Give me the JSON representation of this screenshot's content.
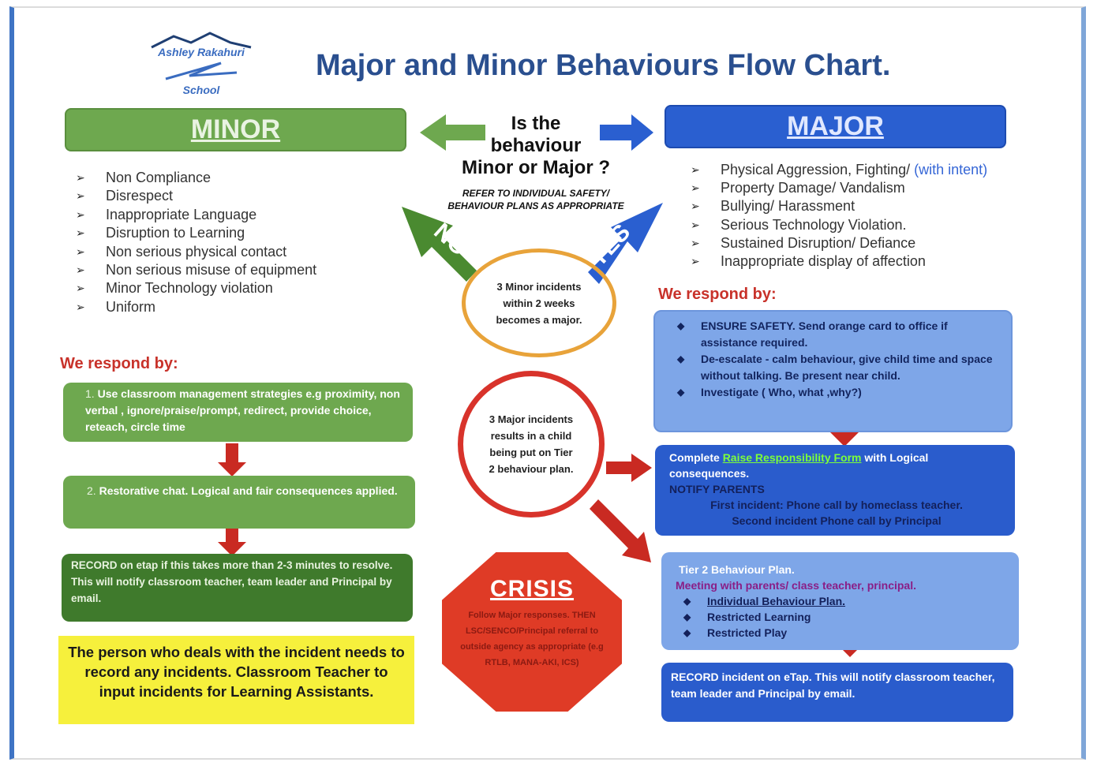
{
  "logo": {
    "top": "Ashley Rakahuri",
    "bottom": "School"
  },
  "title": "Major and Minor Behaviours Flow Chart.",
  "minor": {
    "header": "MINOR",
    "items": [
      "Non Compliance",
      "Disrespect",
      "Inappropriate Language",
      "Disruption to Learning",
      "Non serious physical contact",
      "Non serious misuse of equipment",
      "Minor Technology violation",
      "Uniform"
    ],
    "respond_label": "We respond by:",
    "step1": {
      "num": "1.",
      "text": "Use classroom management strategies e.g proximity, non verbal , ignore/praise/prompt, redirect, provide choice, reteach, circle time"
    },
    "step2": {
      "num": "2.",
      "text": "Restorative chat. Logical and fair consequences applied."
    },
    "record": "RECORD on etap if this takes more than 2-3 minutes to resolve. This will notify classroom teacher, team leader and Principal by email."
  },
  "note": "The person who deals with the incident needs to record any incidents. Classroom Teacher to input incidents for Learning Assistants.",
  "question": {
    "line1": "Is the",
    "line2": "behaviour",
    "line3": "Minor or Major ?"
  },
  "refer": "REFER TO INDIVIDUAL SAFETY/ BEHAVIOUR PLANS AS APPROPRIATE",
  "no_label": "NO",
  "yes_label": "YES",
  "circle_minor": "3 Minor incidents within 2 weeks becomes a major.",
  "circle_major": "3 Major incidents results in a child being put on Tier 2 behaviour plan.",
  "crisis": {
    "title": "CRISIS",
    "text": "Follow Major responses. THEN LSC/SENCO/Principal referral to outside agency as appropriate (e.g RTLB, MANA-AKI, ICS)"
  },
  "major": {
    "header": "MAJOR",
    "items": [
      {
        "text": "Physical Aggression, Fighting/ ",
        "accent": "(with intent)"
      },
      {
        "text": "Property Damage/ Vandalism",
        "accent": ""
      },
      {
        "text": "Bullying/ Harassment",
        "accent": ""
      },
      {
        "text": "Serious Technology Violation.",
        "accent": ""
      },
      {
        "text": "Sustained Disruption/ Defiance",
        "accent": ""
      },
      {
        "text": "Inappropriate display of affection",
        "accent": ""
      }
    ],
    "respond_label": "We respond by:",
    "safety": [
      "ENSURE SAFETY. Send orange card to office if assistance required.",
      "De-escalate - calm behaviour, give child time and space without talking. Be present near child.",
      "Investigate ( Who, what ,why?)"
    ],
    "form": {
      "prefix": "Complete ",
      "link": "Raise Responsibility Form",
      "suffix": " with Logical consequences.",
      "notify": "NOTIFY PARENTS",
      "first": "First incident: Phone call by homeclass teacher.",
      "second": "Second incident Phone call by Principal"
    },
    "tier2": {
      "title": "Tier 2 Behaviour Plan.",
      "meeting": "Meeting with parents/ class teacher, principal.",
      "items": [
        "Individual Behaviour Plan.",
        "Restricted Learning",
        "Restricted Play"
      ]
    },
    "record": "RECORD incident on eTap. This will notify classroom teacher, team leader and Principal by email."
  },
  "colors": {
    "minor_green": "#6ea84f",
    "major_blue": "#2a5fd0",
    "alert_red": "#d8332b",
    "orange": "#e8a33a",
    "note_yellow": "#f6f03c"
  }
}
